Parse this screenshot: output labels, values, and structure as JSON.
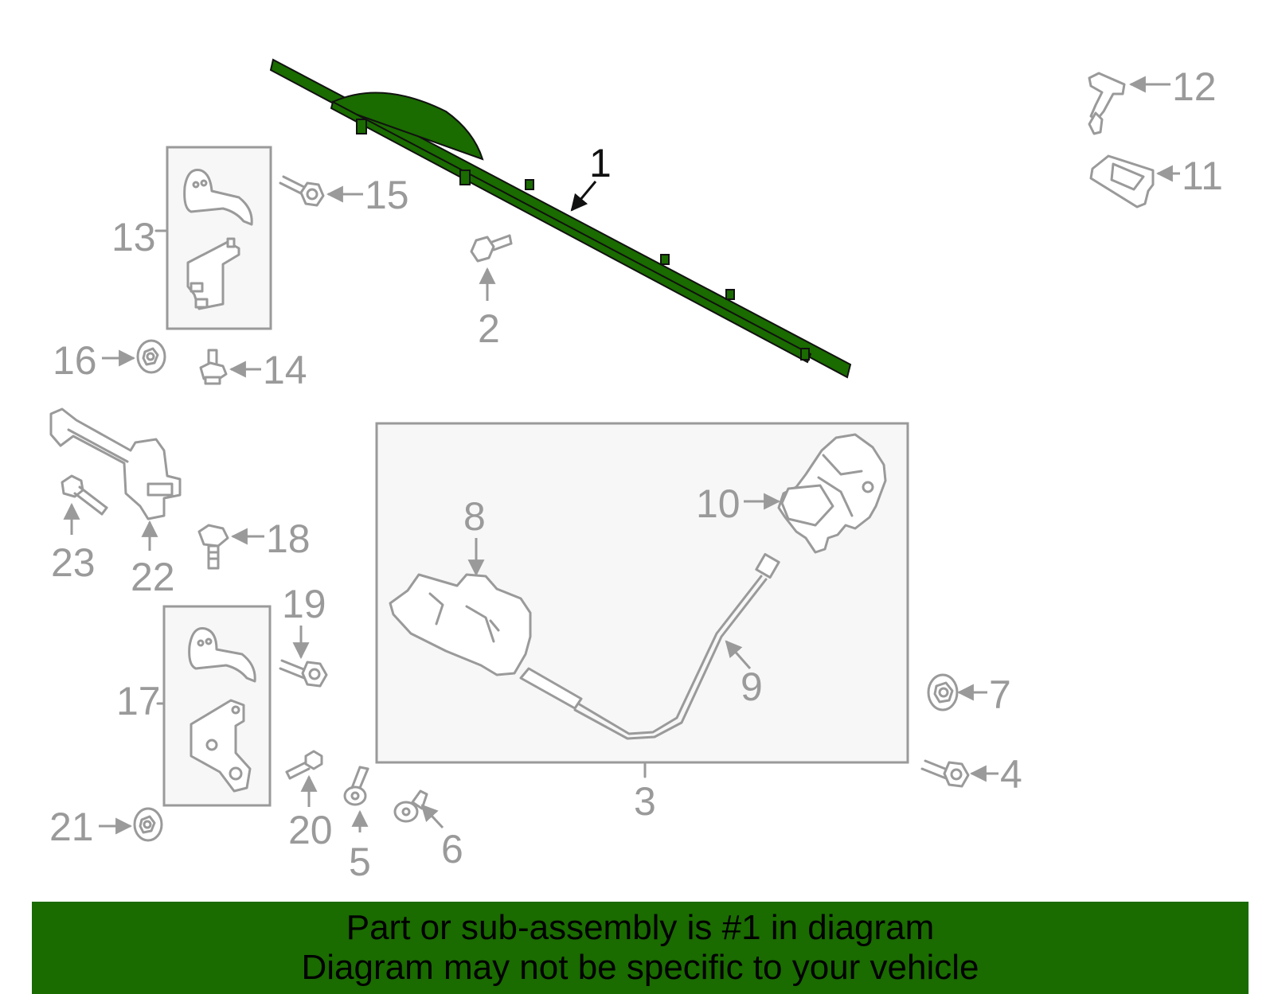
{
  "colors": {
    "highlight": "#1a6b00",
    "part_outline": "#9a9a9a",
    "banner_background": "#1a6b00"
  },
  "callouts": {
    "c1": "1",
    "c2": "2",
    "c3": "3",
    "c4": "4",
    "c5": "5",
    "c6": "6",
    "c7": "7",
    "c8": "8",
    "c9": "9",
    "c10": "10",
    "c11": "11",
    "c12": "12",
    "c13": "13",
    "c14": "14",
    "c15": "15",
    "c16": "16",
    "c17": "17",
    "c18": "18",
    "c19": "19",
    "c20": "20",
    "c21": "21",
    "c22": "22",
    "c23": "23"
  },
  "highlighted_part": "1",
  "banner": {
    "line1": "Part or sub-assembly is #1 in diagram",
    "line2": "Diagram may not be specific to your vehicle"
  }
}
